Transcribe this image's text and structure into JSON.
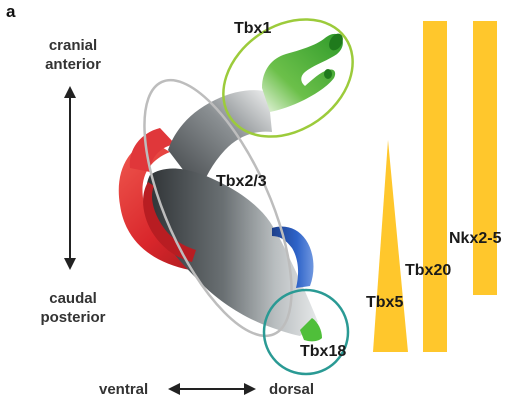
{
  "panel_label": "a",
  "axis": {
    "top": [
      "cranial",
      "anterior"
    ],
    "bottom": [
      "caudal",
      "posterior"
    ],
    "left_bottom": "ventral",
    "right_bottom": "dorsal"
  },
  "domains": {
    "tbx1": "Tbx1",
    "tbx23": "Tbx2/3",
    "tbx18": "Tbx18"
  },
  "gradients": [
    {
      "label": "Tbx5",
      "shape": "triangle"
    },
    {
      "label": "Tbx20",
      "shape": "bar"
    },
    {
      "label": "Nkx2-5",
      "shape": "bar"
    }
  ],
  "colors": {
    "gradient_fill": "#FFC72C",
    "tbx1_region": "#3DAA2E",
    "tbx1_outline": "#9CCB3B",
    "tbx23_outline": "#BDBDBD",
    "tbx18_outline": "#2A9A94",
    "atrial_red": "#D9262B",
    "left_ventricle_blue": "#2457B8",
    "heart_tube_gray": "#555A5E"
  }
}
